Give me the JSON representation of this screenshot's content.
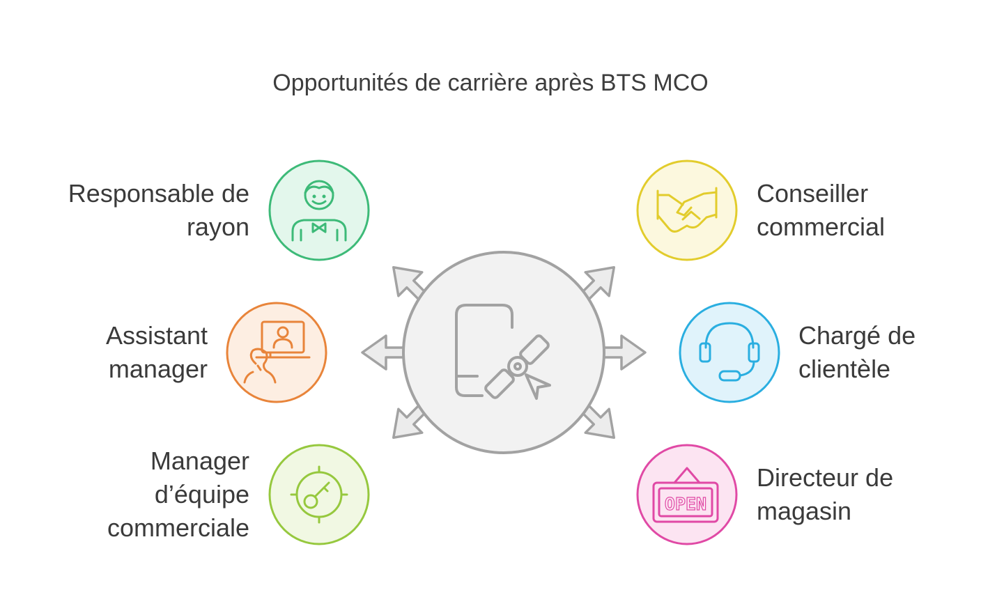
{
  "diagram": {
    "title": "Opportunités de carrière après BTS MCO",
    "center": {
      "icon": "certificate-icon"
    },
    "nodes": [
      {
        "id": "responsable-rayon",
        "lines": [
          "Responsable de",
          "rayon"
        ],
        "icon": "waiter-icon",
        "color": "#3dba78",
        "fill": "#e3f7ec"
      },
      {
        "id": "assistant-manager",
        "lines": [
          "Assistant",
          "manager"
        ],
        "icon": "video-call-icon",
        "color": "#e8843a",
        "fill": "#fdeee2"
      },
      {
        "id": "manager-equipe",
        "lines": [
          "Manager",
          "d’équipe",
          "commerciale"
        ],
        "icon": "target-key-icon",
        "color": "#96c83e",
        "fill": "#f1f8e3"
      },
      {
        "id": "conseiller-commercial",
        "lines": [
          "Conseiller",
          "commercial"
        ],
        "icon": "handshake-icon",
        "color": "#e2cc2c",
        "fill": "#fcf8de"
      },
      {
        "id": "charge-clientele",
        "lines": [
          "Chargé de",
          "clientèle"
        ],
        "icon": "headset-icon",
        "color": "#2aaee0",
        "fill": "#e0f3fb"
      },
      {
        "id": "directeur-magasin",
        "lines": [
          "Directeur de",
          "magasin"
        ],
        "icon": "open-sign-icon",
        "color": "#e049a5",
        "fill": "#fce4f2"
      }
    ]
  }
}
